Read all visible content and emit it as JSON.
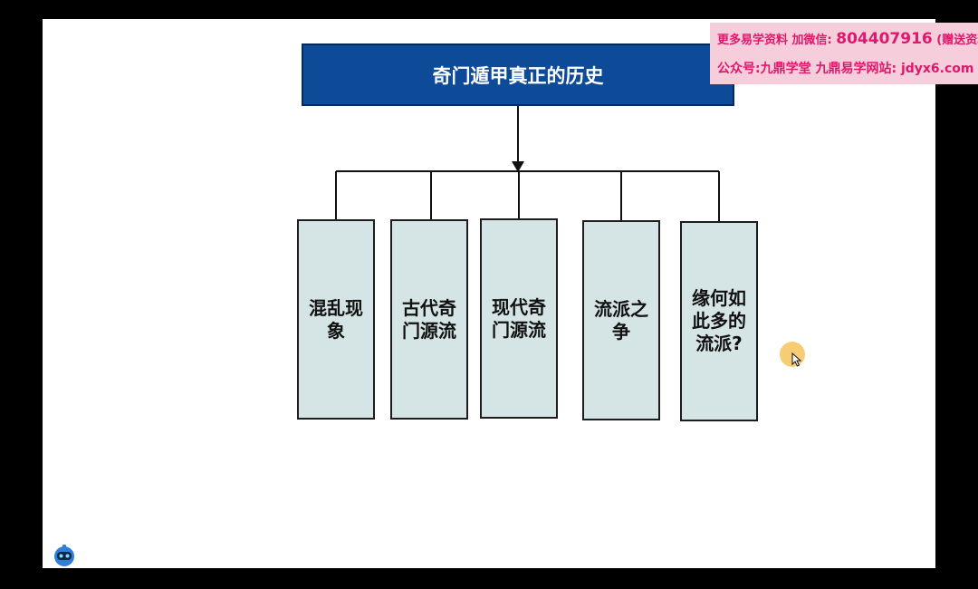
{
  "diagram": {
    "title": "奇门遁甲真正的历史",
    "nodes": [
      {
        "label": "混乱现\n象"
      },
      {
        "label": "古代奇\n门源流"
      },
      {
        "label": "现代奇\n门源流"
      },
      {
        "label": "流派之\n争"
      },
      {
        "label": "缘何如\n此多的\n流派?"
      }
    ]
  },
  "watermark": {
    "line1_prefix": "更多易学资料 加微信:",
    "line1_number": "804407916",
    "line1_suffix": "(赠送资料)",
    "line2": "公众号:九鼎学堂 九鼎易学网站: jdyx6.com"
  },
  "icons": {
    "cursor": "mouse-pointer-icon",
    "assistant": "robot-assistant-icon"
  },
  "colors": {
    "title_fill": "#0d4a97",
    "node_fill": "#d5e4e4",
    "watermark_bg": "#f6cedb",
    "watermark_text": "#e0186c"
  }
}
